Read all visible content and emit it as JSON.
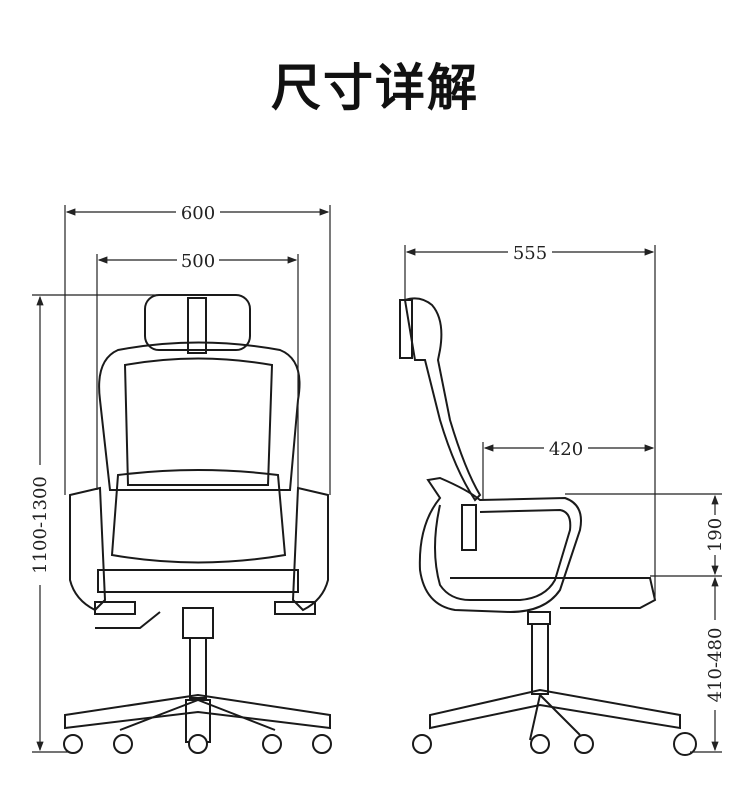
{
  "title": "尺寸详解",
  "front_view": {
    "overall_width": "600",
    "seat_width": "500",
    "overall_height": "1100-1300"
  },
  "side_view": {
    "overall_depth": "555",
    "seat_depth": "420",
    "armrest_height": "190",
    "seat_height": "410-480"
  }
}
